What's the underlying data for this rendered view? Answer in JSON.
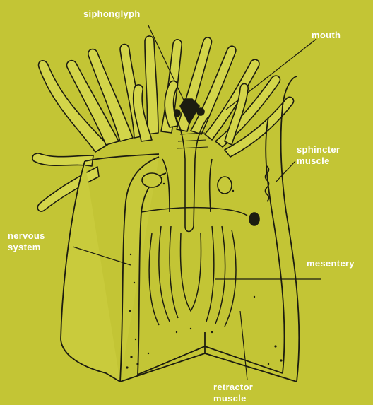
{
  "labels": {
    "siphonoglyph": "siphonglyph",
    "mouth": "mouth",
    "sphincter_muscle": [
      "sphincter",
      "muscle"
    ],
    "nervous_system": [
      "nervous",
      "system"
    ],
    "mesentery": "mesentery",
    "retractor_muscle": [
      "retractor",
      "muscle"
    ]
  },
  "colors": {
    "background": "#c3c535",
    "ink": "#1c1c10",
    "label": "#ffffff",
    "tentacle_fill": "#d3d54a"
  }
}
